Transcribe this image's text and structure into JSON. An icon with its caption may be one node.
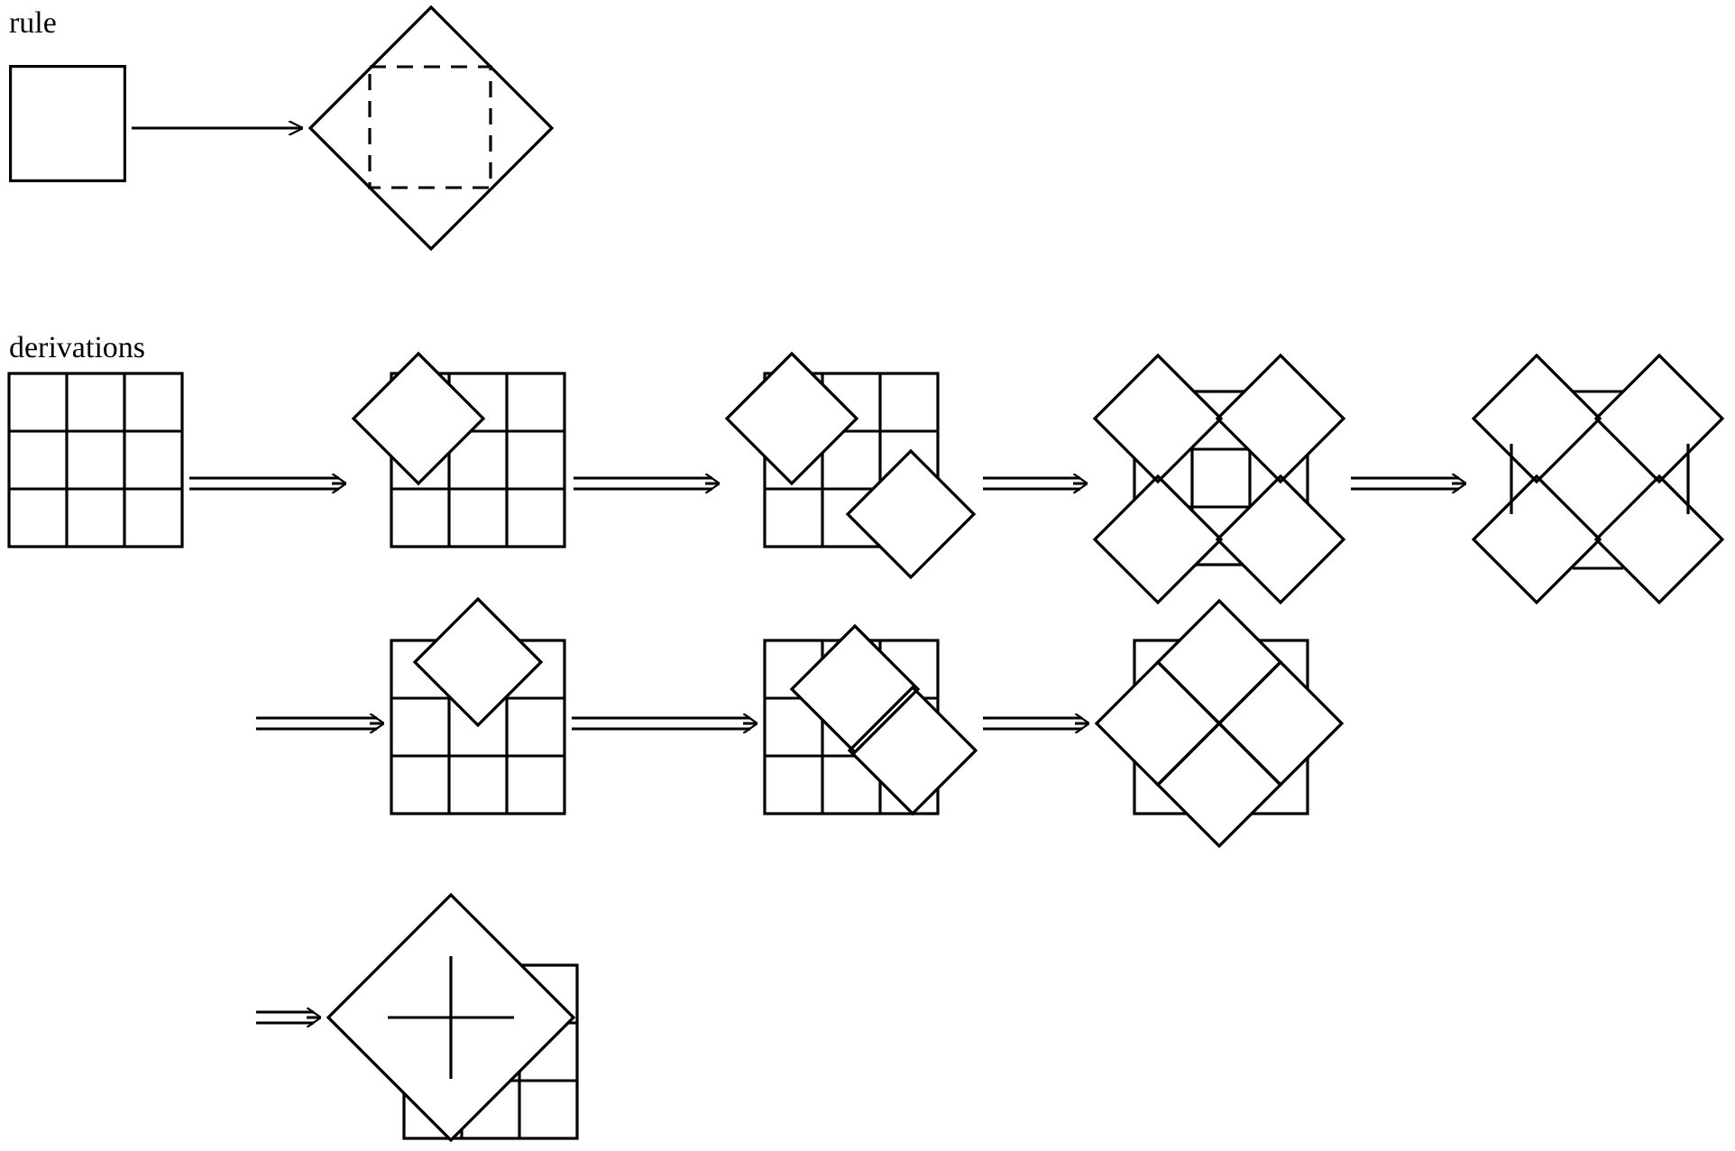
{
  "diagram": {
    "nodes": [
      {
        "text": [],
        "shape": "box"
      },
      {
        "text": [],
        "shape": "picture"
      },
      {
        "text": [],
        "shape": "picture"
      },
      {
        "text": [],
        "shape": "picture"
      },
      {
        "text": [],
        "shape": "picture"
      },
      {
        "text": [],
        "shape": "picture"
      },
      {
        "text": [],
        "shape": "picture"
      },
      {
        "text": [],
        "shape": "picture"
      },
      {
        "text": [],
        "shape": "picture"
      },
      {
        "text": [],
        "shape": "picture"
      },
      {
        "text": [],
        "shape": "picture"
      }
    ],
    "edges": [
      {
        "from": 0,
        "to": 1,
        "arrow": "to"
      },
      {
        "from": 2,
        "to": 3,
        "arrow": "to"
      },
      {
        "from": 3,
        "to": 4,
        "arrow": "to"
      },
      {
        "from": 4,
        "to": 5,
        "arrow": "to"
      },
      {
        "from": 5,
        "to": 6,
        "arrow": "to"
      },
      {
        "from": null,
        "to": 7,
        "arrow": "to"
      },
      {
        "from": 7,
        "to": 8,
        "arrow": "to"
      },
      {
        "from": 8,
        "to": 9,
        "arrow": "to"
      },
      {
        "from": null,
        "to": 10,
        "arrow": "to"
      }
    ],
    "labels": [
      "rule",
      "derivations"
    ]
  }
}
